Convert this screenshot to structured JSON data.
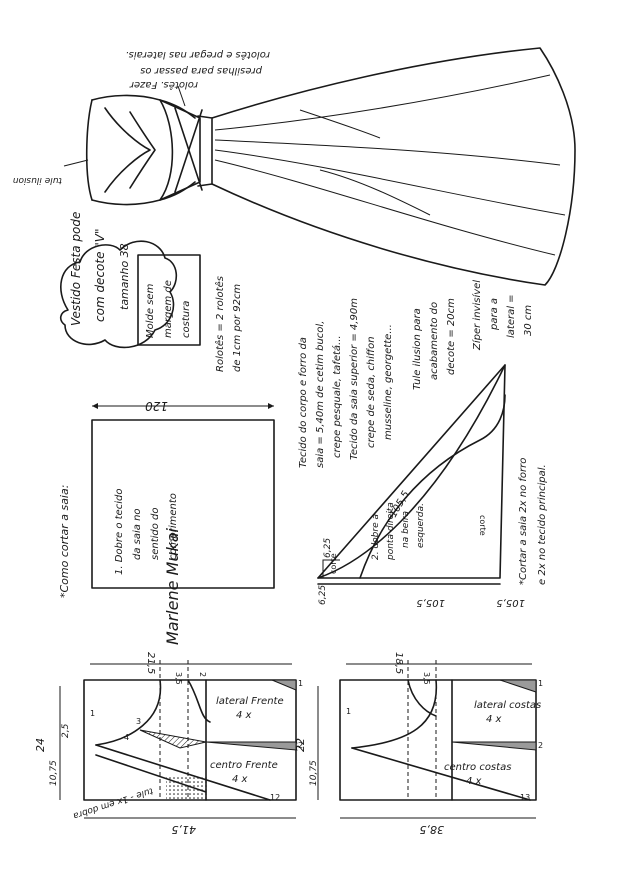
{
  "title_block": {
    "line1": "Vestido Festa pode",
    "line2": "com decote \"V\"",
    "line3": "tamanho 38"
  },
  "notes": {
    "molde_1": "Molde sem",
    "molde_2": "margem de",
    "molde_3": "costura",
    "rolotes_1": "Rolotês = 2 rolotês",
    "rolotes_2": "de 1cm por 92cm",
    "tule_label": "tule ilusion",
    "rolotes_fazer_1": "rolotês. Fazer",
    "rolotes_fazer_2": "presilhas para passar os",
    "rolotes_fazer_3": "rolotês e pregar nas laterais.",
    "fabric_1": "Tecido do corpo e forro da",
    "fabric_2": "saia = 5,40m de cetim bucol,",
    "fabric_3": "crepe pesquale, tafetá...",
    "fabric_4": "Tecido da saia superior = 4,90m",
    "fabric_5": "crepe de seda, chiffon",
    "fabric_6": "musseline, georgette...",
    "tule_1": "Tule ilusion para",
    "tule_2": "acabamento do",
    "tule_3": "decote = 20cm",
    "zip_1": "Zíper invisível",
    "zip_2": "para a",
    "zip_3": "lateral =",
    "zip_4": "30 cm",
    "cut_skirt_1": "*Cortar a saia 2x no forro",
    "cut_skirt_2": "e 2x no tecido principal.",
    "como_cortar": "*Como cortar a saia:",
    "dobre_1": "1. Dobre o tecido",
    "dobre_2": "da saia no",
    "dobre_3": "sentido do",
    "dobre_4": "comprimento",
    "dobre2_1": "2. dobre a",
    "dobre2_2": "ponta direita",
    "dobre2_3": "na beira",
    "dobre2_4": "esquerda.",
    "corte_label": "corte",
    "signature": "Marlene Mukai"
  },
  "dimensions": {
    "d120": "120",
    "d1055_a": "105,5",
    "d1055_b": "105,5",
    "d1055_c": "105,5",
    "d625": "6,25",
    "d215": "21,5",
    "d185": "18,5",
    "d415": "41,5",
    "d385": "38,5",
    "d24": "24",
    "d22": "22",
    "d1075_a": "10,75",
    "d1075_b": "10,75",
    "d25": "2,5",
    "d35a": "3,5",
    "d35b": "3,5",
    "d2": "2",
    "d1": "1",
    "d3": "3",
    "d4": "4",
    "d12": "12",
    "d13": "13"
  },
  "pieces": {
    "lateral_frente": "lateral Frente",
    "lateral_frente_qty": "4 x",
    "centro_frente": "centro Frente",
    "centro_frente_qty": "4 x",
    "lateral_costas": "lateral costas",
    "lateral_costas_qty": "4 x",
    "centro_costas": "centro costas",
    "centro_costas_qty": "4 x",
    "tule_dobra": "tule - 1x em dobra"
  }
}
